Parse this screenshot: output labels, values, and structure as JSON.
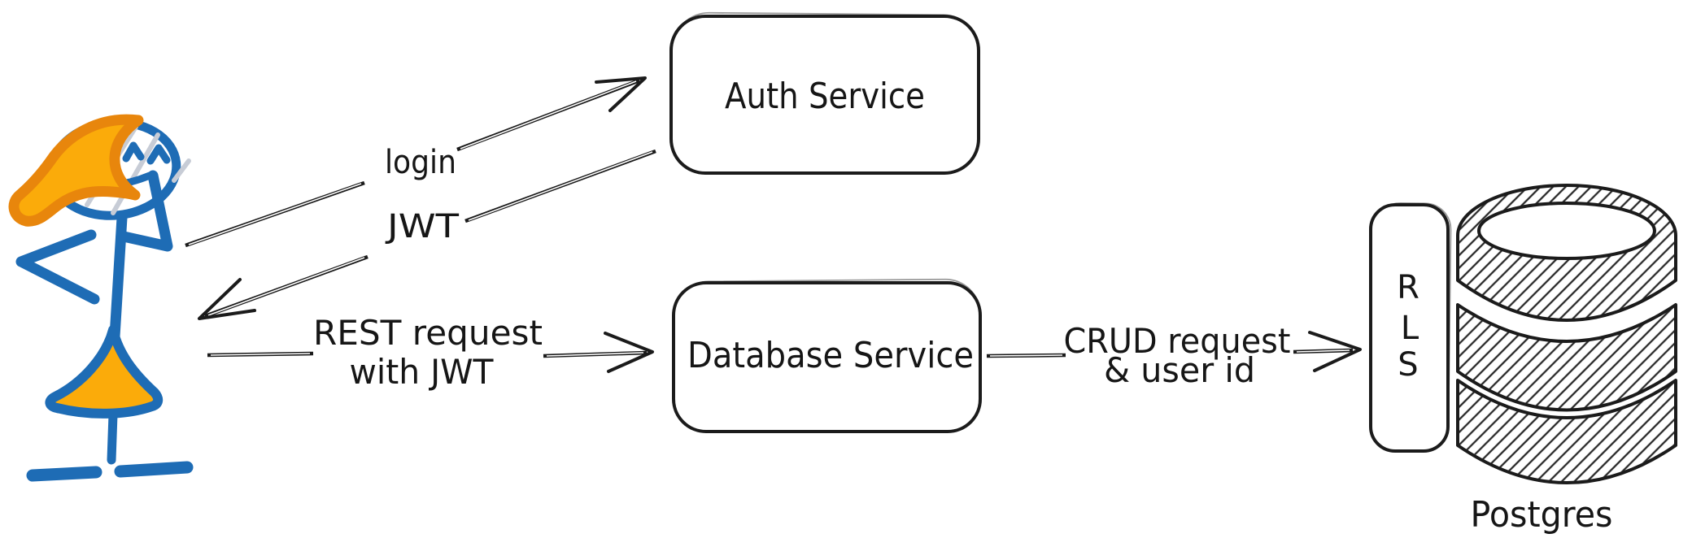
{
  "colors": {
    "ink": "#1b1b1b",
    "figure_blue": "#1e6cb5",
    "figure_orange_fill": "#fbab0a",
    "figure_orange_stroke": "#e8860c",
    "streak_gray": "#c7ccd6",
    "background": "#ffffff"
  },
  "nodes": {
    "user": {
      "kind": "person-figure"
    },
    "auth_service": {
      "label": "Auth Service"
    },
    "database_service": {
      "label": "Database Service"
    },
    "rls": {
      "letters": [
        "R",
        "L",
        "S"
      ]
    },
    "postgres": {
      "label": "Postgres",
      "kind": "database-cylinder"
    }
  },
  "edges": {
    "login": {
      "label": "login",
      "from": "user",
      "to": "auth_service"
    },
    "jwt": {
      "label": "JWT",
      "from": "auth_service",
      "to": "user"
    },
    "rest": {
      "label_line1": "REST request",
      "label_line2": "with JWT",
      "from": "user",
      "to": "database_service"
    },
    "crud": {
      "label_line1": "CRUD request",
      "label_line2": "& user id",
      "from": "database_service",
      "to": "rls"
    }
  }
}
